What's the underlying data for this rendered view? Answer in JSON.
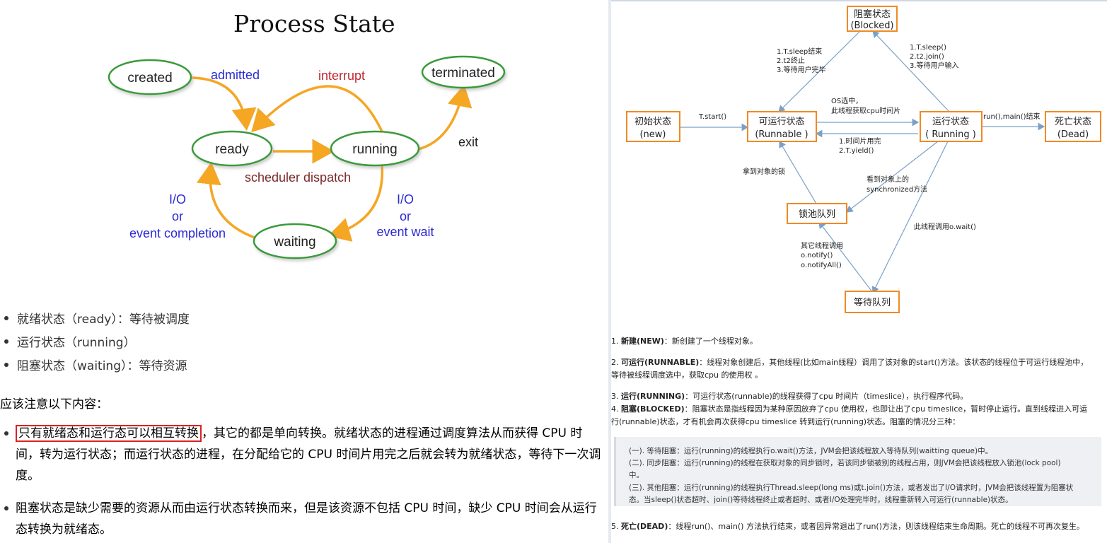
{
  "left": {
    "title": "Process State",
    "states": {
      "created": "created",
      "ready": "ready",
      "running": "running",
      "terminated": "terminated",
      "waiting": "waiting"
    },
    "labels": {
      "admitted": "admitted",
      "interrupt": "interrupt",
      "exit": "exit",
      "scheduler_dispatch": "scheduler dispatch",
      "io_left_1": "I/O",
      "io_left_2": "or",
      "io_left_3": "event completion",
      "io_right_1": "I/O",
      "io_right_2": "or",
      "io_right_3": "event wait"
    },
    "bullets": [
      "就绪状态（ready）：等待被调度",
      "运行状态（running）",
      "阻塞状态（waiting）：等待资源"
    ],
    "note": "应该注意以下内容：",
    "para1_highlight": "只有就绪态和运行态可以相互转换",
    "para1_rest": "，其它的都是单向转换。就绪状态的进程通过调度算法从而获得 CPU 时间，转为运行状态；而运行状态的进程，在分配给它的 CPU 时间片用完之后就会转为就绪状态，等待下一次调度。",
    "para2": "阻塞状态是缺少需要的资源从而由运行状态转换而来，但是该资源不包括 CPU 时间，缺少 CPU 时间会从运行态转换为就绪态。",
    "colors": {
      "oval_border": "#3a9a3a",
      "arrow": "#f5a623",
      "label_blue": "#2a2ad4",
      "label_red": "#c0272d",
      "label_dark": "#7a2a2a"
    }
  },
  "right": {
    "boxes": {
      "blocked_1": "阻塞状态",
      "blocked_2": "(Blocked)",
      "new_1": "初始状态",
      "new_2": "(new)",
      "runnable_1": "可运行状态",
      "runnable_2": "(Runnable )",
      "running_1": "运行状态",
      "running_2": "( Running )",
      "dead_1": "死亡状态",
      "dead_2": "(Dead)",
      "lockpool": "锁池队列",
      "waitqueue": "等待队列"
    },
    "labels": {
      "b2r_1": "1.T.sleep结束",
      "b2r_2": "2.t2终止",
      "b2r_3": "3.等待用户完毕",
      "r2b_1": "1.T.sleep()",
      "r2b_2": "2.t2.join()",
      "r2b_3": "3.等待用户输入",
      "start": "T.start()",
      "os_1": "OS选中，",
      "os_2": "此线程获取cpu时间片",
      "yield_1": "1.时间片用完",
      "yield_2": "2.T.yield()",
      "dead": "run(),main()结束",
      "lock": "拿到对象的锁",
      "sync_1": "看到对象上的",
      "sync_2": "synchronized方法",
      "wait": "此线程调用o.wait()",
      "notify_1": "其它线程调用",
      "notify_2": "o.notify()",
      "notify_3": "o.notifyAll()"
    },
    "desc": {
      "p1_head": "新建(NEW)",
      "p1_text": "：新创建了一个线程对象。",
      "p2_head": "可运行(RUNNABLE)",
      "p2_text": "：线程对象创建后，其他线程(比如main线程）调用了该对象的start()方法。该状态的线程位于可运行线程池中，",
      "p2_text2": "等待被线程调度选中，获取cpu 的使用权 。",
      "p3_head": "运行(RUNNING)",
      "p3_text": "：可运行状态(runnable)的线程获得了cpu 时间片（timeslice），执行程序代码。",
      "p4_head": "阻塞(BLOCKED)",
      "p4_text": "：阻塞状态是指线程因为某种原因放弃了cpu 使用权，也即让出了cpu timeslice，暂时停止运行。直到线程进入可运",
      "p4_text2": "行(runnable)状态，才有机会再次获得cpu timeslice 转到运行(running)状态。阻塞的情况分三种：",
      "g1": "(一). 等待阻塞：运行(running)的线程执行o.wait()方法，JVM会把该线程放入等待队列(waitting queue)中。",
      "g2": "(二). 同步阻塞：运行(running)的线程在获取对象的同步锁时，若该同步锁被别的线程占用，则JVM会把该线程放入锁池(lock pool)",
      "g2b": "中。",
      "g3": "(三). 其他阻塞：运行(running)的线程执行Thread.sleep(long ms)或t.join()方法，或者发出了I/O请求时，JVM会把该线程置为阻塞状",
      "g3b": "态。当sleep()状态超时、join()等待线程终止或者超时、或者I/O处理完毕时，线程重新转入可运行(runnable)状态。",
      "p5_head": "死亡(DEAD)",
      "p5_text": "：线程run()、main() 方法执行结束，或者因异常退出了run()方法，则该线程结束生命周期。死亡的线程不可再次复生。",
      "n1": "1.",
      "n2": "2.",
      "n3": "3.",
      "n4": "4.",
      "n5": "5."
    },
    "colors": {
      "box_border": "#f08a24",
      "arrow": "#7aa0c8"
    }
  }
}
